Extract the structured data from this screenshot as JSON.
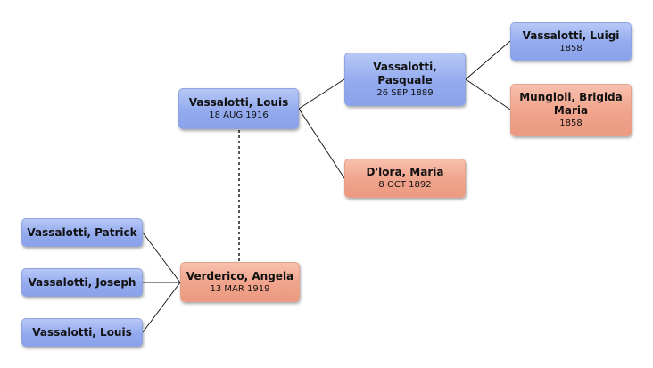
{
  "family_tree": {
    "root": {
      "name": "Vassalotti, Louis",
      "date": "18 AUG 1916",
      "sex": "male"
    },
    "father": {
      "name": "Vassalotti, Pasquale",
      "date": "26 SEP 1889",
      "sex": "male"
    },
    "mother": {
      "name": "D'lora, Maria",
      "date": "8 OCT 1892",
      "sex": "female"
    },
    "paternal_grandfather": {
      "name": "Vassalotti, Luigi",
      "date": "1858",
      "sex": "male"
    },
    "paternal_grandmother": {
      "name": "Mungioli, Brigida Maria",
      "date": "1858",
      "sex": "female"
    },
    "spouse": {
      "name": "Verderico, Angela",
      "date": "13 MAR 1919",
      "sex": "female"
    },
    "children": [
      {
        "name": "Vassalotti, Patrick",
        "sex": "male"
      },
      {
        "name": "Vassalotti, Joseph",
        "sex": "male"
      },
      {
        "name": "Vassalotti, Louis",
        "sex": "male"
      }
    ],
    "colors": {
      "male": "#9bb0f0",
      "female": "#f1a891",
      "line": "#1a1a1a",
      "marriage_line": "#555555"
    }
  }
}
